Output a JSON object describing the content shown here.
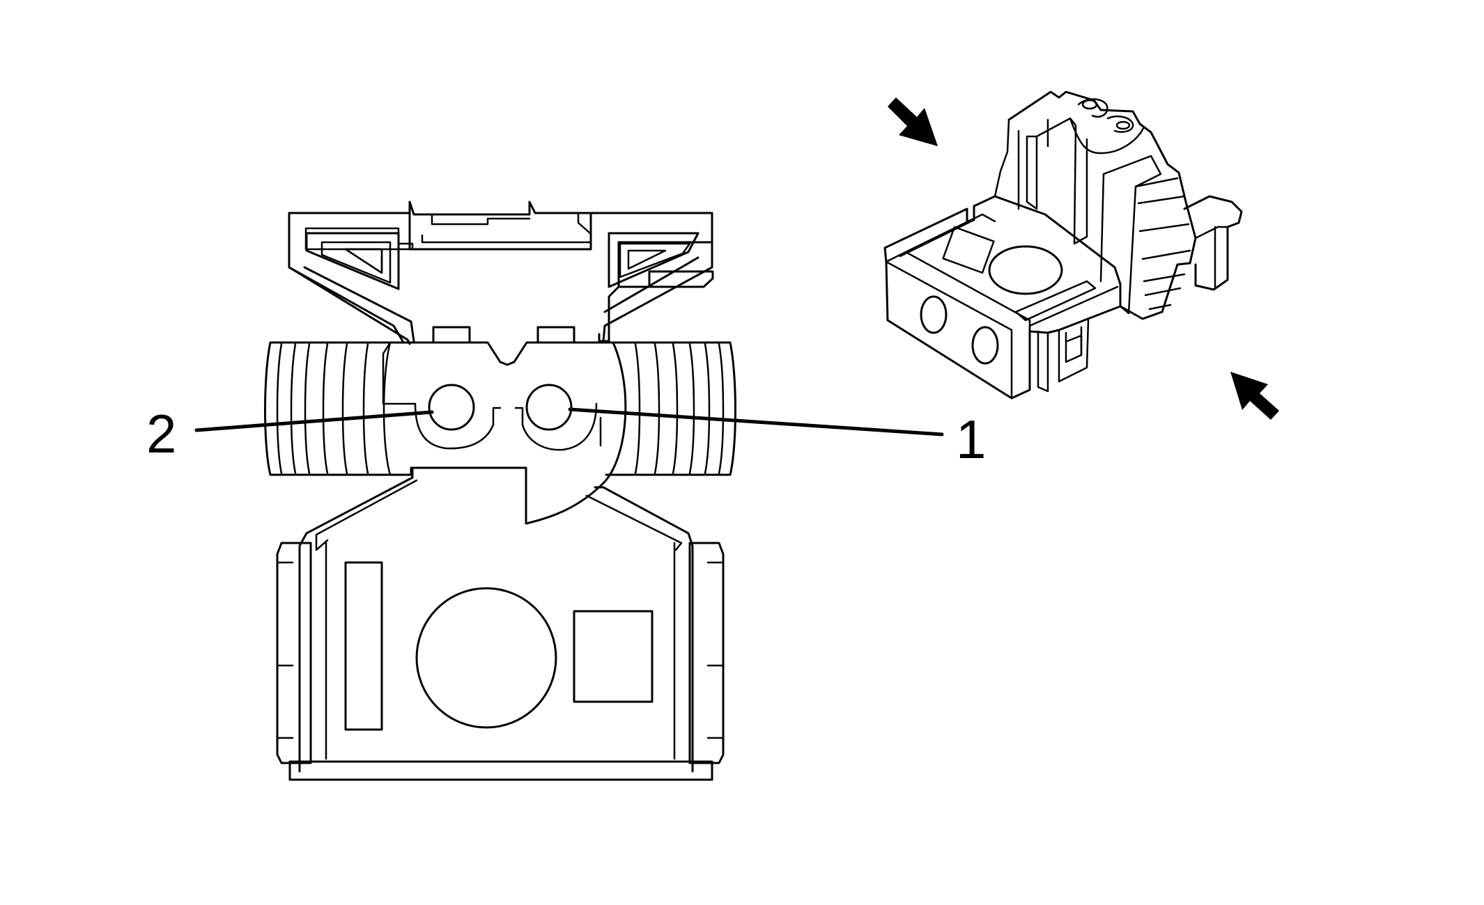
{
  "callouts": [
    {
      "id": "pin-1",
      "label": "1"
    },
    {
      "id": "pin-2",
      "label": "2"
    }
  ],
  "colors": {
    "line": "#000000",
    "background": "#ffffff"
  },
  "icons": [
    "arrow-icon",
    "arrow-icon"
  ]
}
